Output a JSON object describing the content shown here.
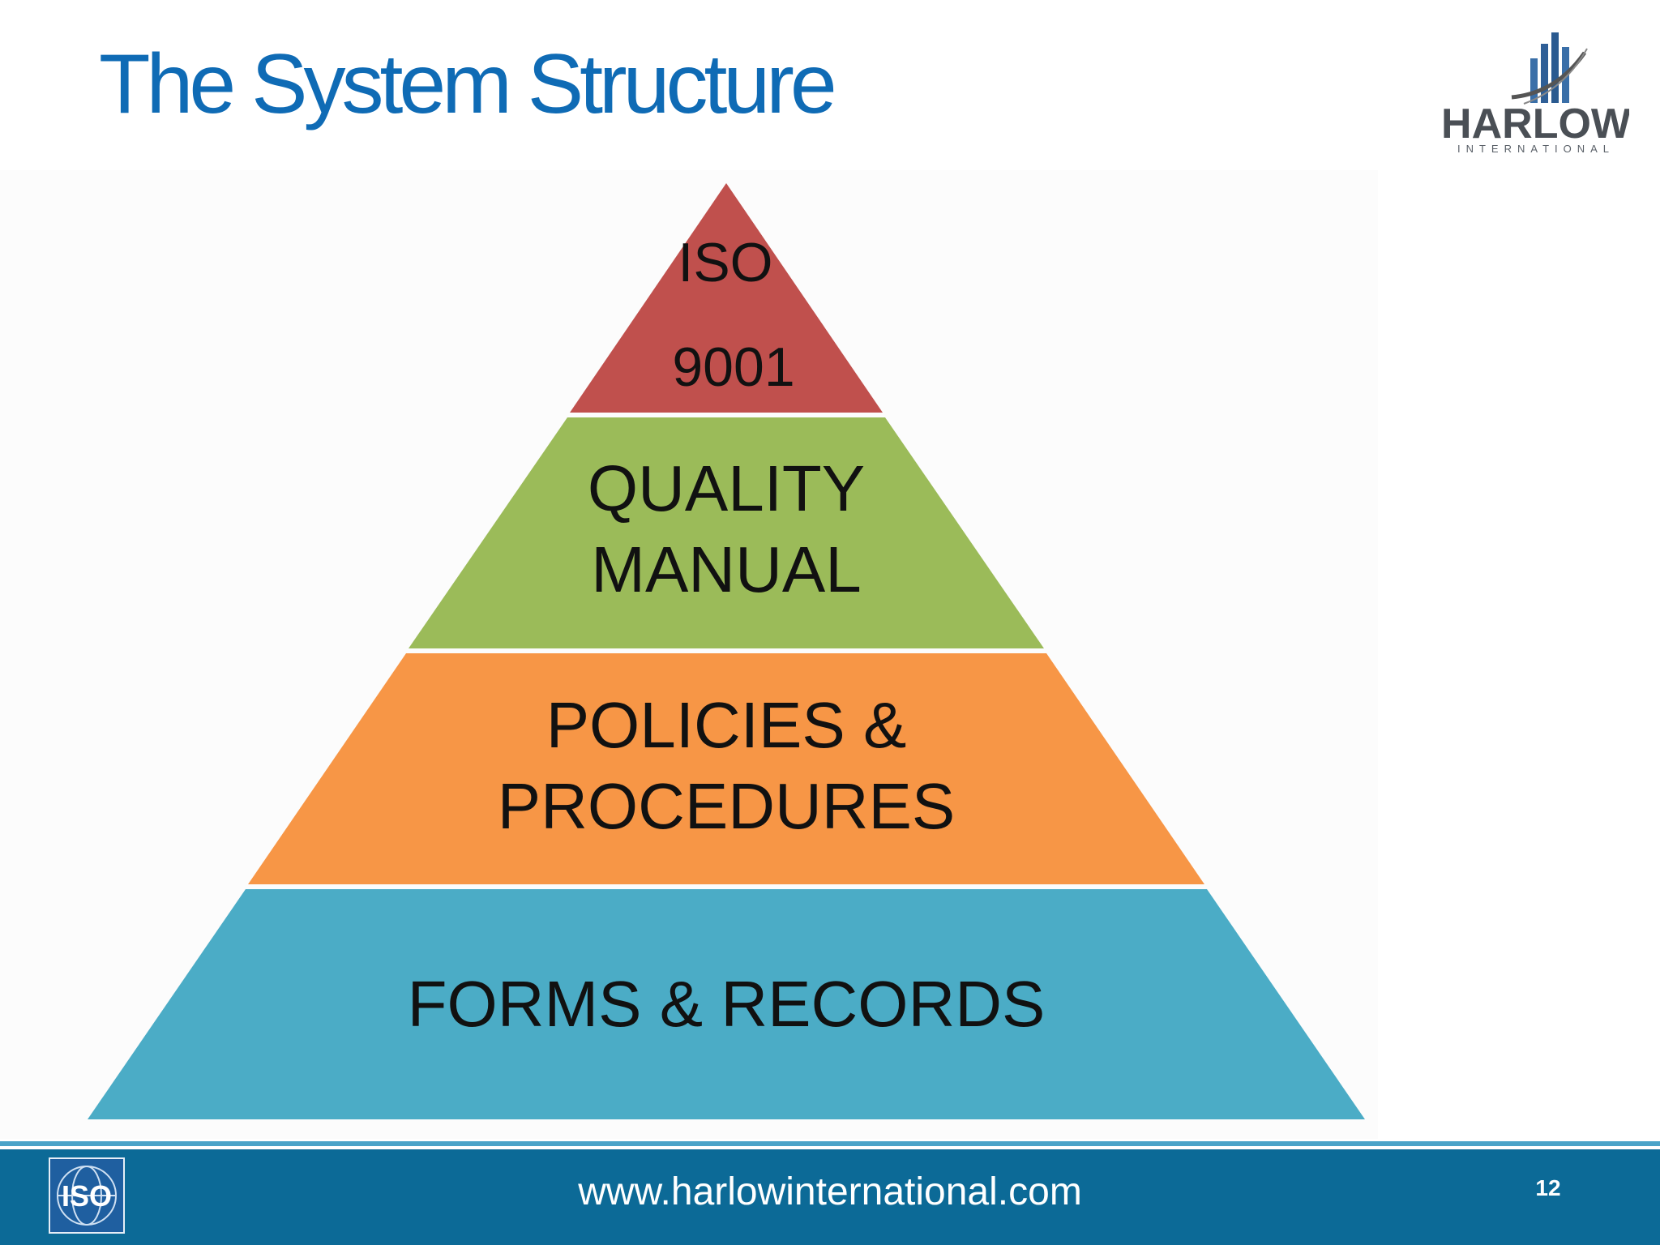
{
  "slide": {
    "title": "The System Structure",
    "page_number": "12"
  },
  "logo": {
    "name": "HARLOW",
    "subtitle": "INTERNATIONAL",
    "color": "#4a4f55",
    "accent": "#1f5fa0"
  },
  "pyramid": {
    "levels": [
      {
        "lines": [
          "ISO",
          "9001"
        ],
        "color": "#c0504d"
      },
      {
        "lines": [
          "QUALITY",
          "MANUAL"
        ],
        "color": "#9bbb59"
      },
      {
        "lines": [
          "POLICIES &",
          "PROCEDURES"
        ],
        "color": "#f79646"
      },
      {
        "lines": [
          "FORMS & RECORDS"
        ],
        "color": "#4bacc6"
      }
    ]
  },
  "footer": {
    "url": "www.harlowinternational.com",
    "badge_text": "ISO",
    "background": "#0c6a97"
  }
}
